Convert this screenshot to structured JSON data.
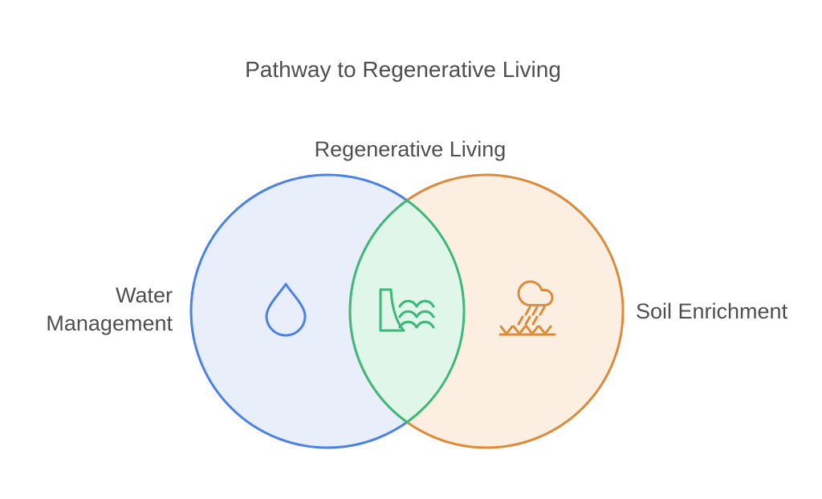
{
  "title": "Pathway to Regenerative Living",
  "venn": {
    "center_label": "Regenerative Living",
    "left": {
      "label": "Water Management",
      "icon": "water-drop-icon"
    },
    "overlap": {
      "icon": "dam-water-waves-icon"
    },
    "right": {
      "label": "Soil Enrichment",
      "icon": "rain-cloud-sprouts-icon"
    }
  },
  "colors": {
    "text": "#4f4f4f",
    "blue": "#4c82e4",
    "blue_fill": "#e9eefb",
    "orange": "#dd8b3b",
    "orange_fill": "#fcefe2",
    "green": "#3eb878",
    "green_fill": "#e0f6e9"
  }
}
